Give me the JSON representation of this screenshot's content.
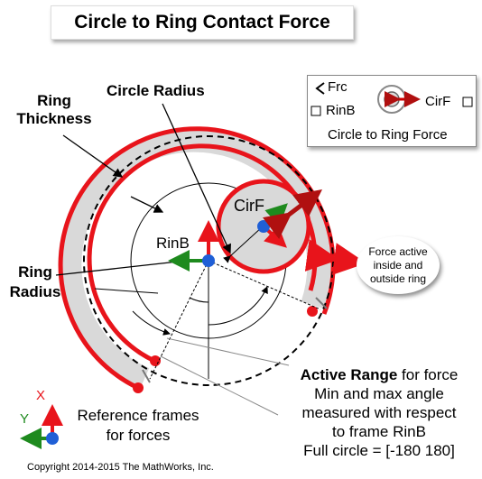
{
  "title": "Circle to Ring Contact Force",
  "block": {
    "port_frc": "Frc",
    "port_rinb": "RinB",
    "port_cirf": "CirF",
    "caption": "Circle to Ring Force"
  },
  "labels": {
    "ring_thickness_1": "Ring",
    "ring_thickness_2": "Thickness",
    "circle_radius": "Circle Radius",
    "cirf": "CirF",
    "rinb": "RinB",
    "ring_radius_1": "Ring",
    "ring_radius_2": "Radius",
    "force_active_1": "Force active",
    "force_active_2": "inside and",
    "force_active_3": "outside ring",
    "axis_x": "X",
    "axis_y": "Y",
    "ref_frames_1": "Reference frames",
    "ref_frames_2": "for forces",
    "active_range_bold": "Active Range",
    "active_range_rest": " for force",
    "active_line2": "Min and max angle",
    "active_line3": "measured with respect",
    "active_line4": "to frame RinB",
    "active_line5": "Full circle = [-180 180]",
    "copyright": "Copyright 2014-2015 The MathWorks, Inc."
  },
  "colors": {
    "ring": "#e8141b",
    "ring_fill": "#d9d9d9",
    "axis_x": "#e8141b",
    "axis_y": "#1e8a1e",
    "origin": "#1f5fd6",
    "force_arrow": "#b01010",
    "bubble_arrow": "#f4a0a0"
  }
}
